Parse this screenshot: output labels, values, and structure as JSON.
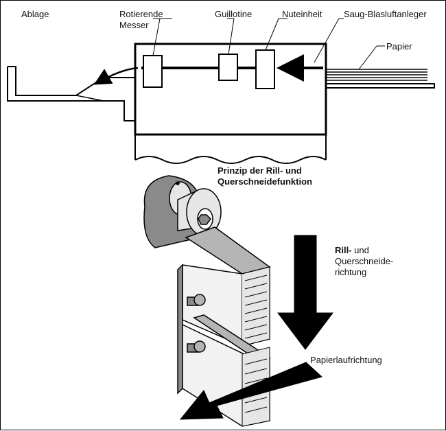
{
  "labels": {
    "ablage": "Ablage",
    "rotierende": "Rotierende",
    "messer": "Messer",
    "guillotine": "Guillotine",
    "nuteinheit": "Nuteinheit",
    "saug": "Saug-Blasluftanleger",
    "papier": "Papier",
    "caption_line1": "Prinzip der Rill- und",
    "caption_line2": "Querschneidefunktion",
    "rill_bold": "Rill-",
    "rill_und": " und",
    "quer": "Querschneide-",
    "richtung": "richtung",
    "papierlauf": "Papierlaufrichtung"
  },
  "colors": {
    "line": "#000000",
    "gray_dark": "#8a8a8a",
    "gray_mid": "#b5b5b5",
    "gray_light": "#e6e6e6"
  }
}
